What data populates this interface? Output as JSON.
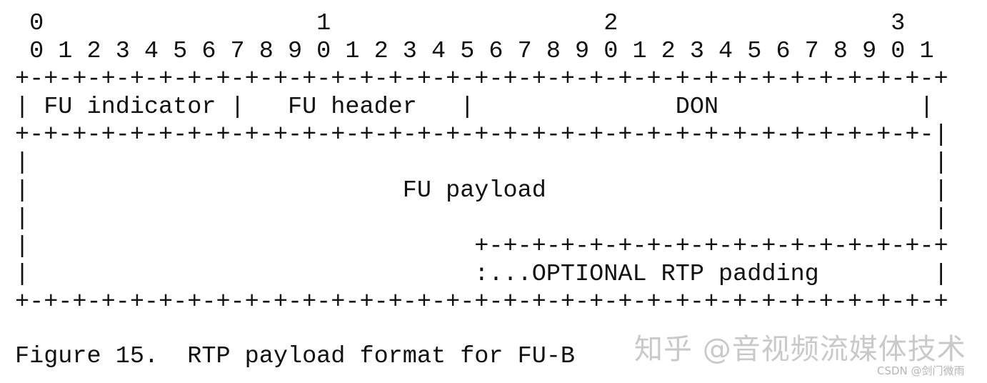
{
  "diagram": {
    "lines": [
      " 0                   1                   2                   3",
      " 0 1 2 3 4 5 6 7 8 9 0 1 2 3 4 5 6 7 8 9 0 1 2 3 4 5 6 7 8 9 0 1",
      "+-+-+-+-+-+-+-+-+-+-+-+-+-+-+-+-+-+-+-+-+-+-+-+-+-+-+-+-+-+-+-+-+",
      "| FU indicator |   FU header   |              DON              |",
      "+-+-+-+-+-+-+-+-+-+-+-+-+-+-+-+-+-+-+-+-+-+-+-+-+-+-+-+-+-+-+-+-|",
      "|                                                               |",
      "|                          FU payload                           |",
      "|                                                               |",
      "|                               +-+-+-+-+-+-+-+-+-+-+-+-+-+-+-+-+",
      "|                               :...OPTIONAL RTP padding        |",
      "+-+-+-+-+-+-+-+-+-+-+-+-+-+-+-+-+-+-+-+-+-+-+-+-+-+-+-+-+-+-+-+-+"
    ],
    "fields": [
      "FU indicator",
      "FU header",
      "DON",
      "FU payload",
      ":...OPTIONAL RTP padding"
    ]
  },
  "caption": "Figure 15.  RTP payload format for FU-B",
  "watermark": {
    "main": "知乎 @音视频流媒体技术",
    "sub": "CSDN @剑门微雨"
  }
}
